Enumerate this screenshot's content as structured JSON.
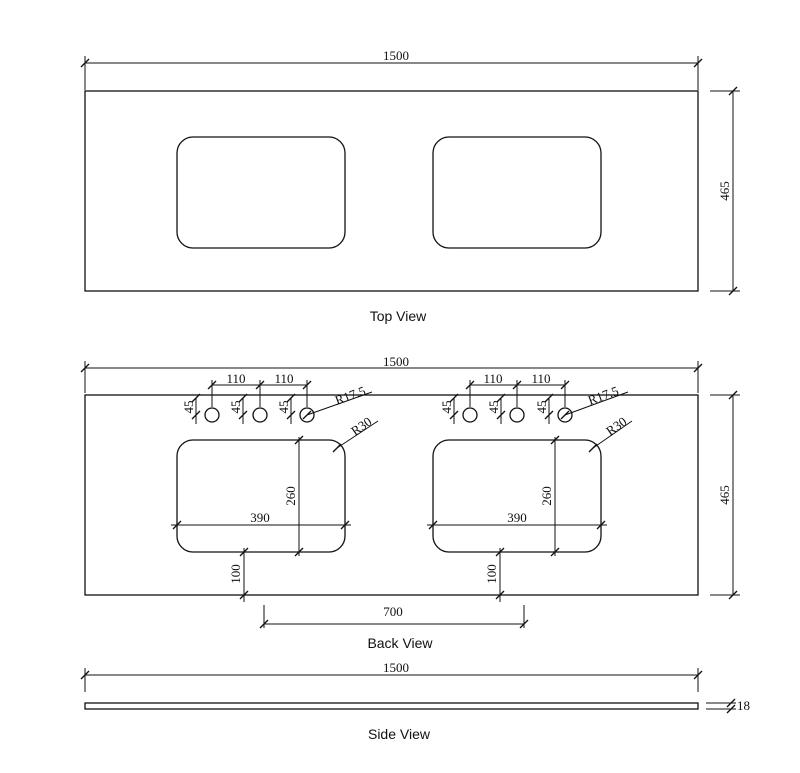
{
  "top_view": {
    "label": "Top View",
    "width": "1500",
    "depth": "465"
  },
  "back_view": {
    "label": "Back View",
    "width": "1500",
    "depth": "465",
    "left_basin": {
      "hole_spacing_1": "110",
      "hole_spacing_2": "110",
      "hole_offset_1": "45",
      "hole_offset_2": "45",
      "hole_offset_3": "45",
      "hole_radius": "R17.5",
      "corner_radius": "R30",
      "basin_length": "390",
      "basin_width": "260",
      "front_offset": "100"
    },
    "right_basin": {
      "hole_spacing_1": "110",
      "hole_spacing_2": "110",
      "hole_offset_1": "45",
      "hole_offset_2": "45",
      "hole_offset_3": "45",
      "hole_radius": "R17.5",
      "corner_radius": "R30",
      "basin_length": "390",
      "basin_width": "260",
      "front_offset": "100"
    },
    "basin_center_spacing": "700"
  },
  "side_view": {
    "label": "Side View",
    "width": "1500",
    "thickness": "18"
  }
}
